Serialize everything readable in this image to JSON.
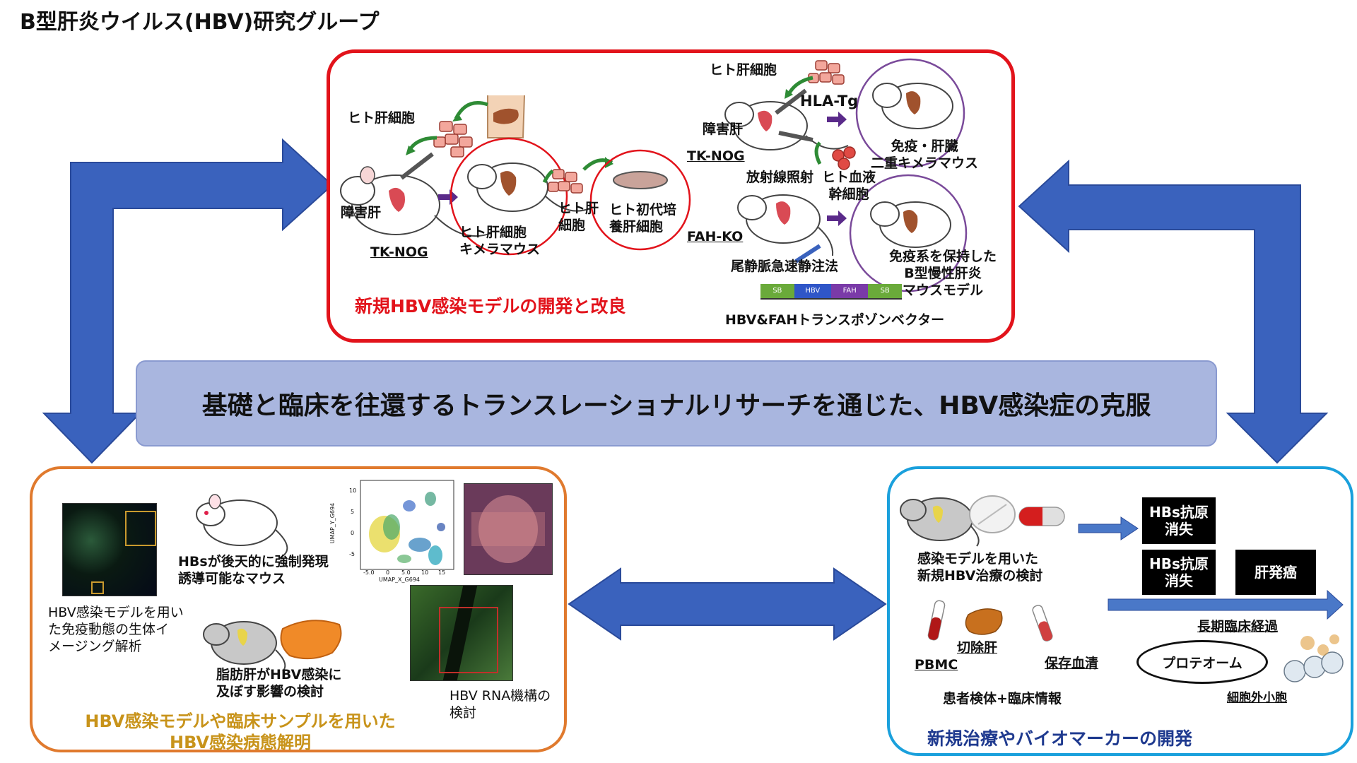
{
  "title": "B型肝炎ウイルス(HBV)研究グループ",
  "banner": "基礎と臨床を往還するトランスレーショナルリサーチを通じた、HBV感染症の克服",
  "colors": {
    "red": "#e2131b",
    "orange": "#e07a2e",
    "blue": "#1aa0dc",
    "arrow": "#3a62bd",
    "banner_bg": "#a9b6df",
    "gold": "#c8931a",
    "navy": "#1f3a8f",
    "green": "#2e8b35",
    "purple": "#7a4a9a"
  },
  "top_panel": {
    "caption": "新規HBV感染モデルの開発と改良",
    "left": {
      "human_hepatocyte": "ヒト肝細胞",
      "damaged_liver": "障害肝",
      "tk_nog": "TK-NOG",
      "chimera_mouse": "ヒト肝細胞\nキメラマウス",
      "human_hepatocyte2": "ヒト肝\n細胞",
      "primary_culture": "ヒト初代培\n養肝細胞"
    },
    "right": {
      "human_hepatocyte": "ヒト肝細胞",
      "hla_tg": "HLA-Tg",
      "damaged_liver": "障害肝",
      "tk_nog": "TK-NOG",
      "irradiation": "放射線照射",
      "blood_stem": "ヒト血液\n幹細胞",
      "dual_chimera": "免疫・肝臓\n二重キメラマウス",
      "fah_ko": "FAH-KO",
      "hydrodynamic": "尾静脈急速静注法",
      "chronic_model": "免疫系を保持した\nB型慢性肝炎\nマウスモデル",
      "transposon": "HBV&FAHトランスポゾンベクター",
      "vector_segments": [
        "SB",
        "HBV",
        "FAH",
        "SB"
      ],
      "vector_colors": [
        "#6aaa3a",
        "#2f56c8",
        "#7a3aa8",
        "#6aaa3a"
      ]
    }
  },
  "left_panel": {
    "caption": "HBV感染モデルや臨床サンプルを用いた\nHBV感染病態解明",
    "hbs_mouse": "HBsが後天的に強制発現\n誘導可能なマウス",
    "imaging": "HBV感染モデルを用い\nた免疫動態の生体イ\nメージング解析",
    "fatty_liver": "脂肪肝がHBV感染に\n及ぼす影響の検討",
    "rna": "HBV RNA機構の\n検討",
    "umap": {
      "ylabel": "UMAP_Y_G694",
      "xlabel": "UMAP_X_G694",
      "yticks": [
        "10",
        "5",
        "0",
        "-5"
      ],
      "xticks": [
        "-5.0",
        "0",
        "5.0",
        "10",
        "15"
      ]
    }
  },
  "right_panel": {
    "caption": "新規治療やバイオマーカーの開発",
    "treatment": "感染モデルを用いた\n新規HBV治療の検討",
    "hbs_loss": "HBs抗原\n消失",
    "hbs_loss2": "HBs抗原\n消失",
    "hcc": "肝発癌",
    "long_term": "長期臨床経過",
    "proteome": "プロテオーム",
    "exosome": "細胞外小胞",
    "pbmc": "PBMC",
    "resected": "切除肝",
    "serum": "保存血清",
    "samples": "患者検体+臨床情報"
  }
}
